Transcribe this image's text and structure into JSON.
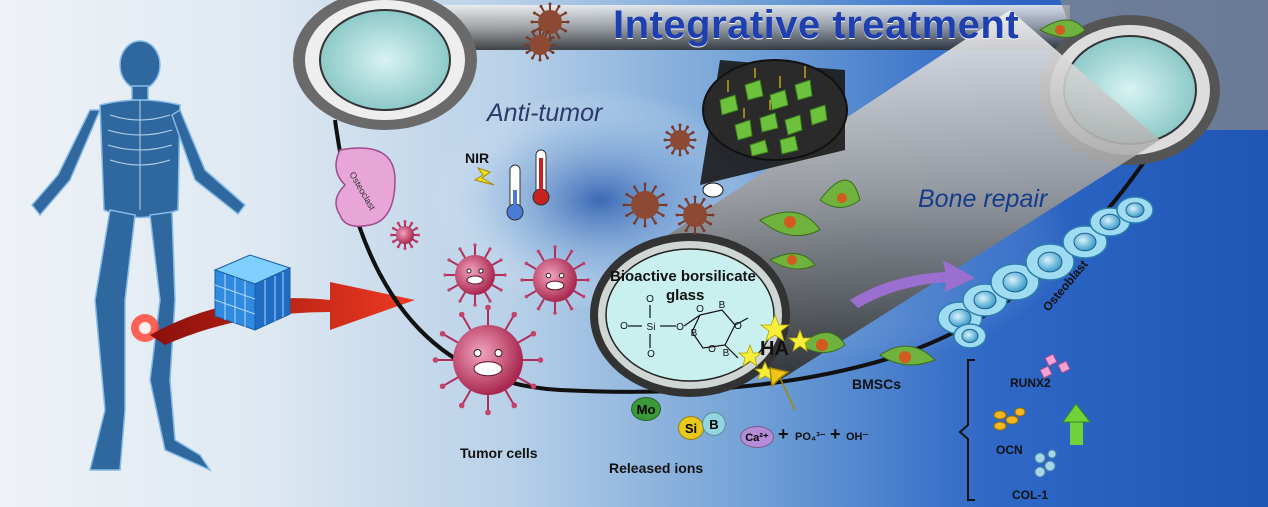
{
  "title": "Integrative treatment",
  "sections": {
    "anti_tumor": "Anti-tumor",
    "bone_repair": "Bone repair"
  },
  "labels": {
    "nir": "NIR",
    "osteoclast": "Osteoclast",
    "tumor_cells": "Tumor cells",
    "released_ions": "Released ions",
    "glass_line1": "Bioactive borsilicate",
    "glass_line2": "glass",
    "ha": "HA",
    "bmscs": "BMSCs",
    "osteoblast": "Osteoblast"
  },
  "ions": {
    "mo": "Mo",
    "si": "Si",
    "b": "B",
    "ca": "Ca²⁺",
    "plus1": "+",
    "po4": "PO₄³⁻",
    "plus2": "+",
    "oh": "OH⁻"
  },
  "markers": [
    "RUNX2",
    "OCN",
    "COL-1"
  ],
  "structure_atoms": {
    "o": "O",
    "si": "Si",
    "b": "B"
  },
  "colors": {
    "title": "#1d3fb0",
    "arrow": "#d8281c",
    "tumor": "#c4416a",
    "cells_green": "#5ca83a",
    "osteoblast": "#6fbfe3",
    "mo": "#3a9a3a",
    "si": "#e8c81a",
    "b": "#8fd6e0",
    "ca": "#b48cd8"
  },
  "icons": [
    "human-skeleton-icon",
    "scaffold-cube-icon",
    "red-arrow-icon",
    "thermometer-cold-icon",
    "thermometer-hot-icon",
    "lightning-icon",
    "tumor-cell-icon",
    "green-up-arrow-icon"
  ]
}
